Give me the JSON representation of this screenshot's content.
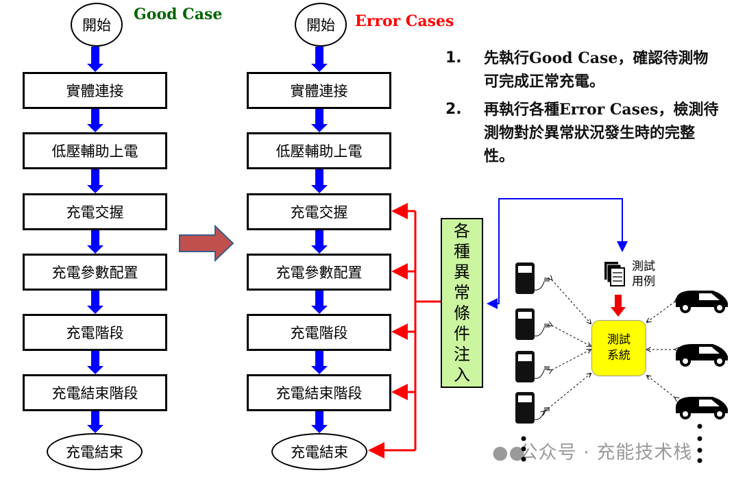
{
  "good_case": {
    "title": "Good Case",
    "title_color": "#006400",
    "start": "開始",
    "steps": [
      "實體連接",
      "低壓輔助上電",
      "充電交握",
      "充電參數配置",
      "充電階段",
      "充電結束階段"
    ],
    "end": "充電結束"
  },
  "error_cases": {
    "title": "Error Cases",
    "title_color": "#ff0000",
    "start": "開始",
    "steps": [
      "實體連接",
      "低壓輔助上電",
      "充電交握",
      "充電參數配置",
      "充電階段",
      "充電結束階段"
    ],
    "end": "充電結束"
  },
  "notes": [
    {
      "num": "1.",
      "pre": "先執行",
      "latin": "Good Case",
      "post": "，確認待測物可完成正常充電。"
    },
    {
      "num": "2.",
      "pre": "再執行各種",
      "latin": "Error Cases",
      "post": "，檢測待測物對於異常狀況發生時的完整性。"
    }
  ],
  "injection": {
    "chars": [
      "各",
      "種",
      "異",
      "常",
      "條",
      "件",
      "注",
      "入"
    ]
  },
  "test_case_label": [
    "測試",
    "用例"
  ],
  "test_system_label": [
    "測試",
    "系統"
  ],
  "watermark": "公众号 · 充能技术栈",
  "colors": {
    "flow_arrow": "#0000ff",
    "inject_line": "#ff0000",
    "feedback_line": "#0000ff",
    "transition_arrow": "#c0504d",
    "injection_bg": "#ccf5a0",
    "system_bg": "#ffff00"
  }
}
